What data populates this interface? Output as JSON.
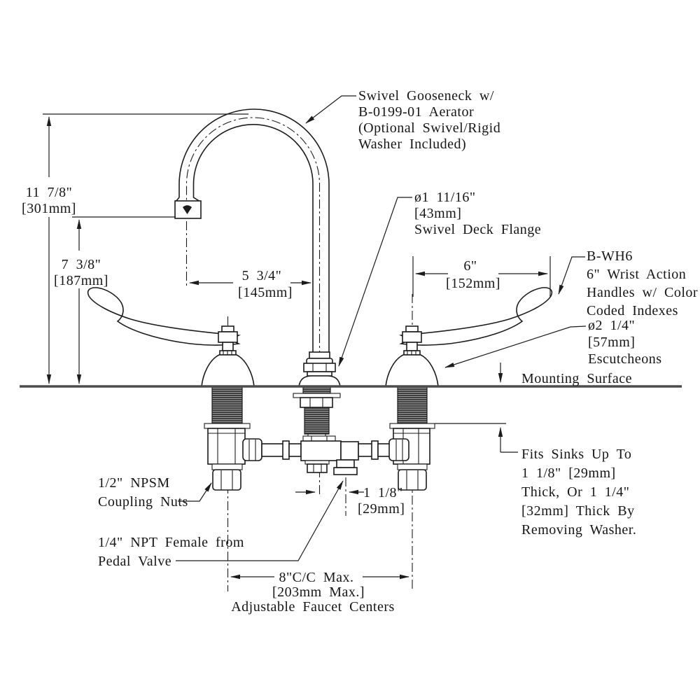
{
  "meta": {
    "type": "technical-drawing",
    "subject": "Deck-mount faucet with swivel gooseneck and wrist action handles — dimensional diagram"
  },
  "colors": {
    "background": "#ffffff",
    "line": "#1c1c1c",
    "mounting_surface": "#4d4d4d",
    "threads_dark": "#3f3f3f",
    "threads_light": "#9a9a9a"
  },
  "callouts": {
    "gooseneck": {
      "lines": [
        "Swivel Gooseneck w/",
        "B-0199-01 Aerator",
        "(Optional Swivel/Rigid",
        "Washer Included)"
      ]
    },
    "deck_flange": {
      "lines": [
        "ø1 11/16\"",
        "[43mm]",
        "Swivel Deck Flange"
      ]
    },
    "handles": {
      "lines": [
        "B-WH6",
        "6\" Wrist Action",
        "Handles w/ Color",
        "Coded Indexes"
      ]
    },
    "escutcheons": {
      "lines": [
        "ø2 1/4\"",
        "[57mm]",
        "Escutcheons"
      ]
    },
    "mounting_surface": {
      "lines": [
        "Mounting Surface"
      ]
    },
    "sink_thickness": {
      "lines": [
        "Fits Sinks Up To",
        "1 1/8\" [29mm]",
        "Thick, Or 1 1/4\"",
        "[32mm] Thick By",
        "Removing Washer."
      ]
    },
    "coupling_nuts": {
      "lines": [
        "1/2\" NPSM",
        "Coupling Nuts"
      ]
    },
    "pedal_valve": {
      "lines": [
        "1/4\" NPT Female from",
        "Pedal Valve"
      ]
    }
  },
  "dimensions": {
    "spout_height": {
      "value": "11 7/8\"",
      "metric": "[301mm]"
    },
    "outlet_height": {
      "value": "7 3/8\"",
      "metric": "[187mm]"
    },
    "spout_reach": {
      "value": "5 3/4\"",
      "metric": "[145mm]"
    },
    "handle_length": {
      "value": "6\"",
      "metric": "[152mm]"
    },
    "outlet_offset": {
      "value": "1 1/8\"",
      "metric": "[29mm]"
    },
    "faucet_centers": {
      "value": "8\"C/C Max.",
      "metric": "[203mm Max.]",
      "note": "Adjustable Faucet Centers"
    }
  }
}
